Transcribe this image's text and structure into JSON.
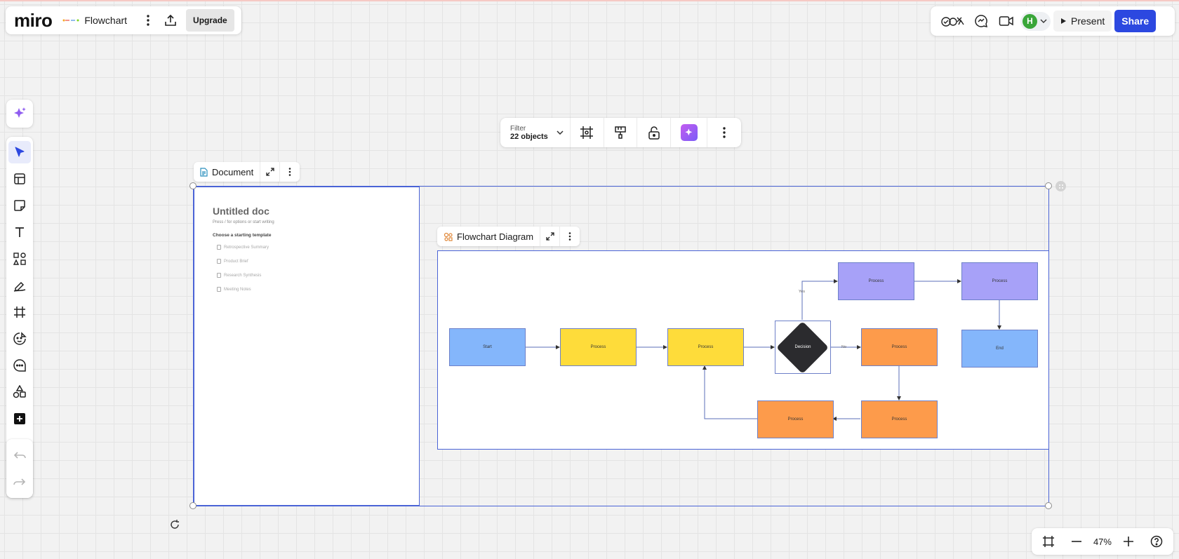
{
  "app": {
    "logo": "miro",
    "board_name": "Flowchart",
    "upgrade_label": "Upgrade"
  },
  "header_right": {
    "present_label": "Present",
    "share_label": "Share",
    "avatar_initial": "H"
  },
  "context_toolbar": {
    "filter_label": "Filter",
    "filter_value": "22 objects"
  },
  "document": {
    "tag_label": "Document",
    "title": "Untitled doc",
    "hint": "Press / for options or start writing",
    "choose_label": "Choose a starting template",
    "templates": [
      "Retrospective Summary",
      "Product Brief",
      "Research Synthesis",
      "Meeting Notes"
    ]
  },
  "flowchart": {
    "tag_label": "Flowchart Diagram",
    "nodes": {
      "start": "Start",
      "p1": "Process",
      "p2": "Process",
      "decision": "Decision",
      "p_yes": "Process",
      "p_yes2": "Process",
      "end": "End",
      "p_no": "Process",
      "p_no_down": "Process",
      "p_back": "Process"
    },
    "edge_labels": {
      "yes": "Yes",
      "no": "No"
    },
    "colors": {
      "start": "#84b6fb",
      "yellow": "#fedc3a",
      "orange": "#fd9b4b",
      "purple": "#a7a1f8",
      "decision": "#2b2b2e"
    }
  },
  "zoom": {
    "level": "47%"
  },
  "colors": {
    "accent": "#2c48e0",
    "selection": "#4a63d6",
    "ai_purple": "#9b5cf6"
  }
}
